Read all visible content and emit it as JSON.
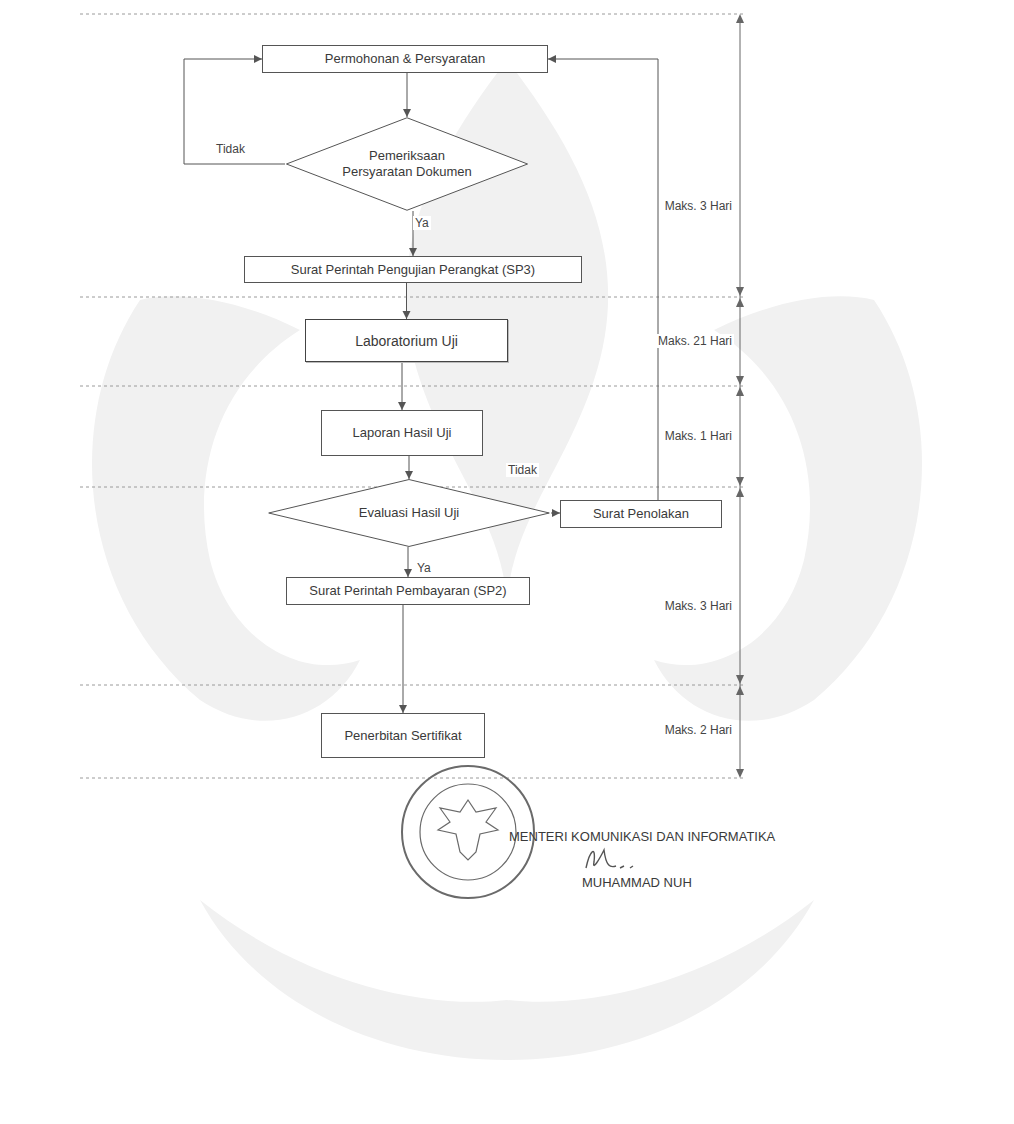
{
  "diagram": {
    "nodes": [
      {
        "text": [
          "Permohonan & Persyaratan"
        ]
      },
      {
        "text": [
          "Pemeriksaan Persyaratan Dokumen"
        ]
      },
      {
        "text": [
          "Surat Perintah Pengujian Perangkat (SP3)"
        ]
      },
      {
        "text": [
          "Laboratorium Uji"
        ]
      },
      {
        "text": [
          "Laporan Hasil Uji"
        ]
      },
      {
        "text": [
          "Evaluasi Hasil Uji"
        ]
      },
      {
        "text": [
          "Surat Penolakan"
        ]
      },
      {
        "text": [
          "Surat Perintah Pembayaran (SP2)"
        ]
      },
      {
        "text": [
          "Penerbitan Sertifikat"
        ]
      }
    ],
    "edges": [
      {
        "from": 0,
        "to": 1,
        "arrow": "to"
      },
      {
        "from": 1,
        "to": 0,
        "label": "Tidak",
        "arrow": "to"
      },
      {
        "from": 1,
        "to": 2,
        "label": "Ya",
        "arrow": "to"
      },
      {
        "from": 2,
        "to": 3,
        "arrow": "to"
      },
      {
        "from": 3,
        "to": 4,
        "arrow": "to"
      },
      {
        "from": 4,
        "to": 5,
        "arrow": "to"
      },
      {
        "from": 5,
        "to": 6,
        "label": "Tidak",
        "arrow": "to"
      },
      {
        "from": 6,
        "to": 0,
        "arrow": "to"
      },
      {
        "from": 5,
        "to": 7,
        "label": "Ya",
        "arrow": "to"
      },
      {
        "from": 7,
        "to": 8,
        "arrow": "to"
      }
    ],
    "labels": [
      "Maks. 3 Hari",
      "Maks. 21 Hari",
      "Maks. 1 Hari",
      "Maks. 3 Hari",
      "Maks. 2 Hari",
      "MENTERI KOMUNIKASI DAN INFORMATIKA",
      "MUHAMMAD NUH"
    ]
  }
}
